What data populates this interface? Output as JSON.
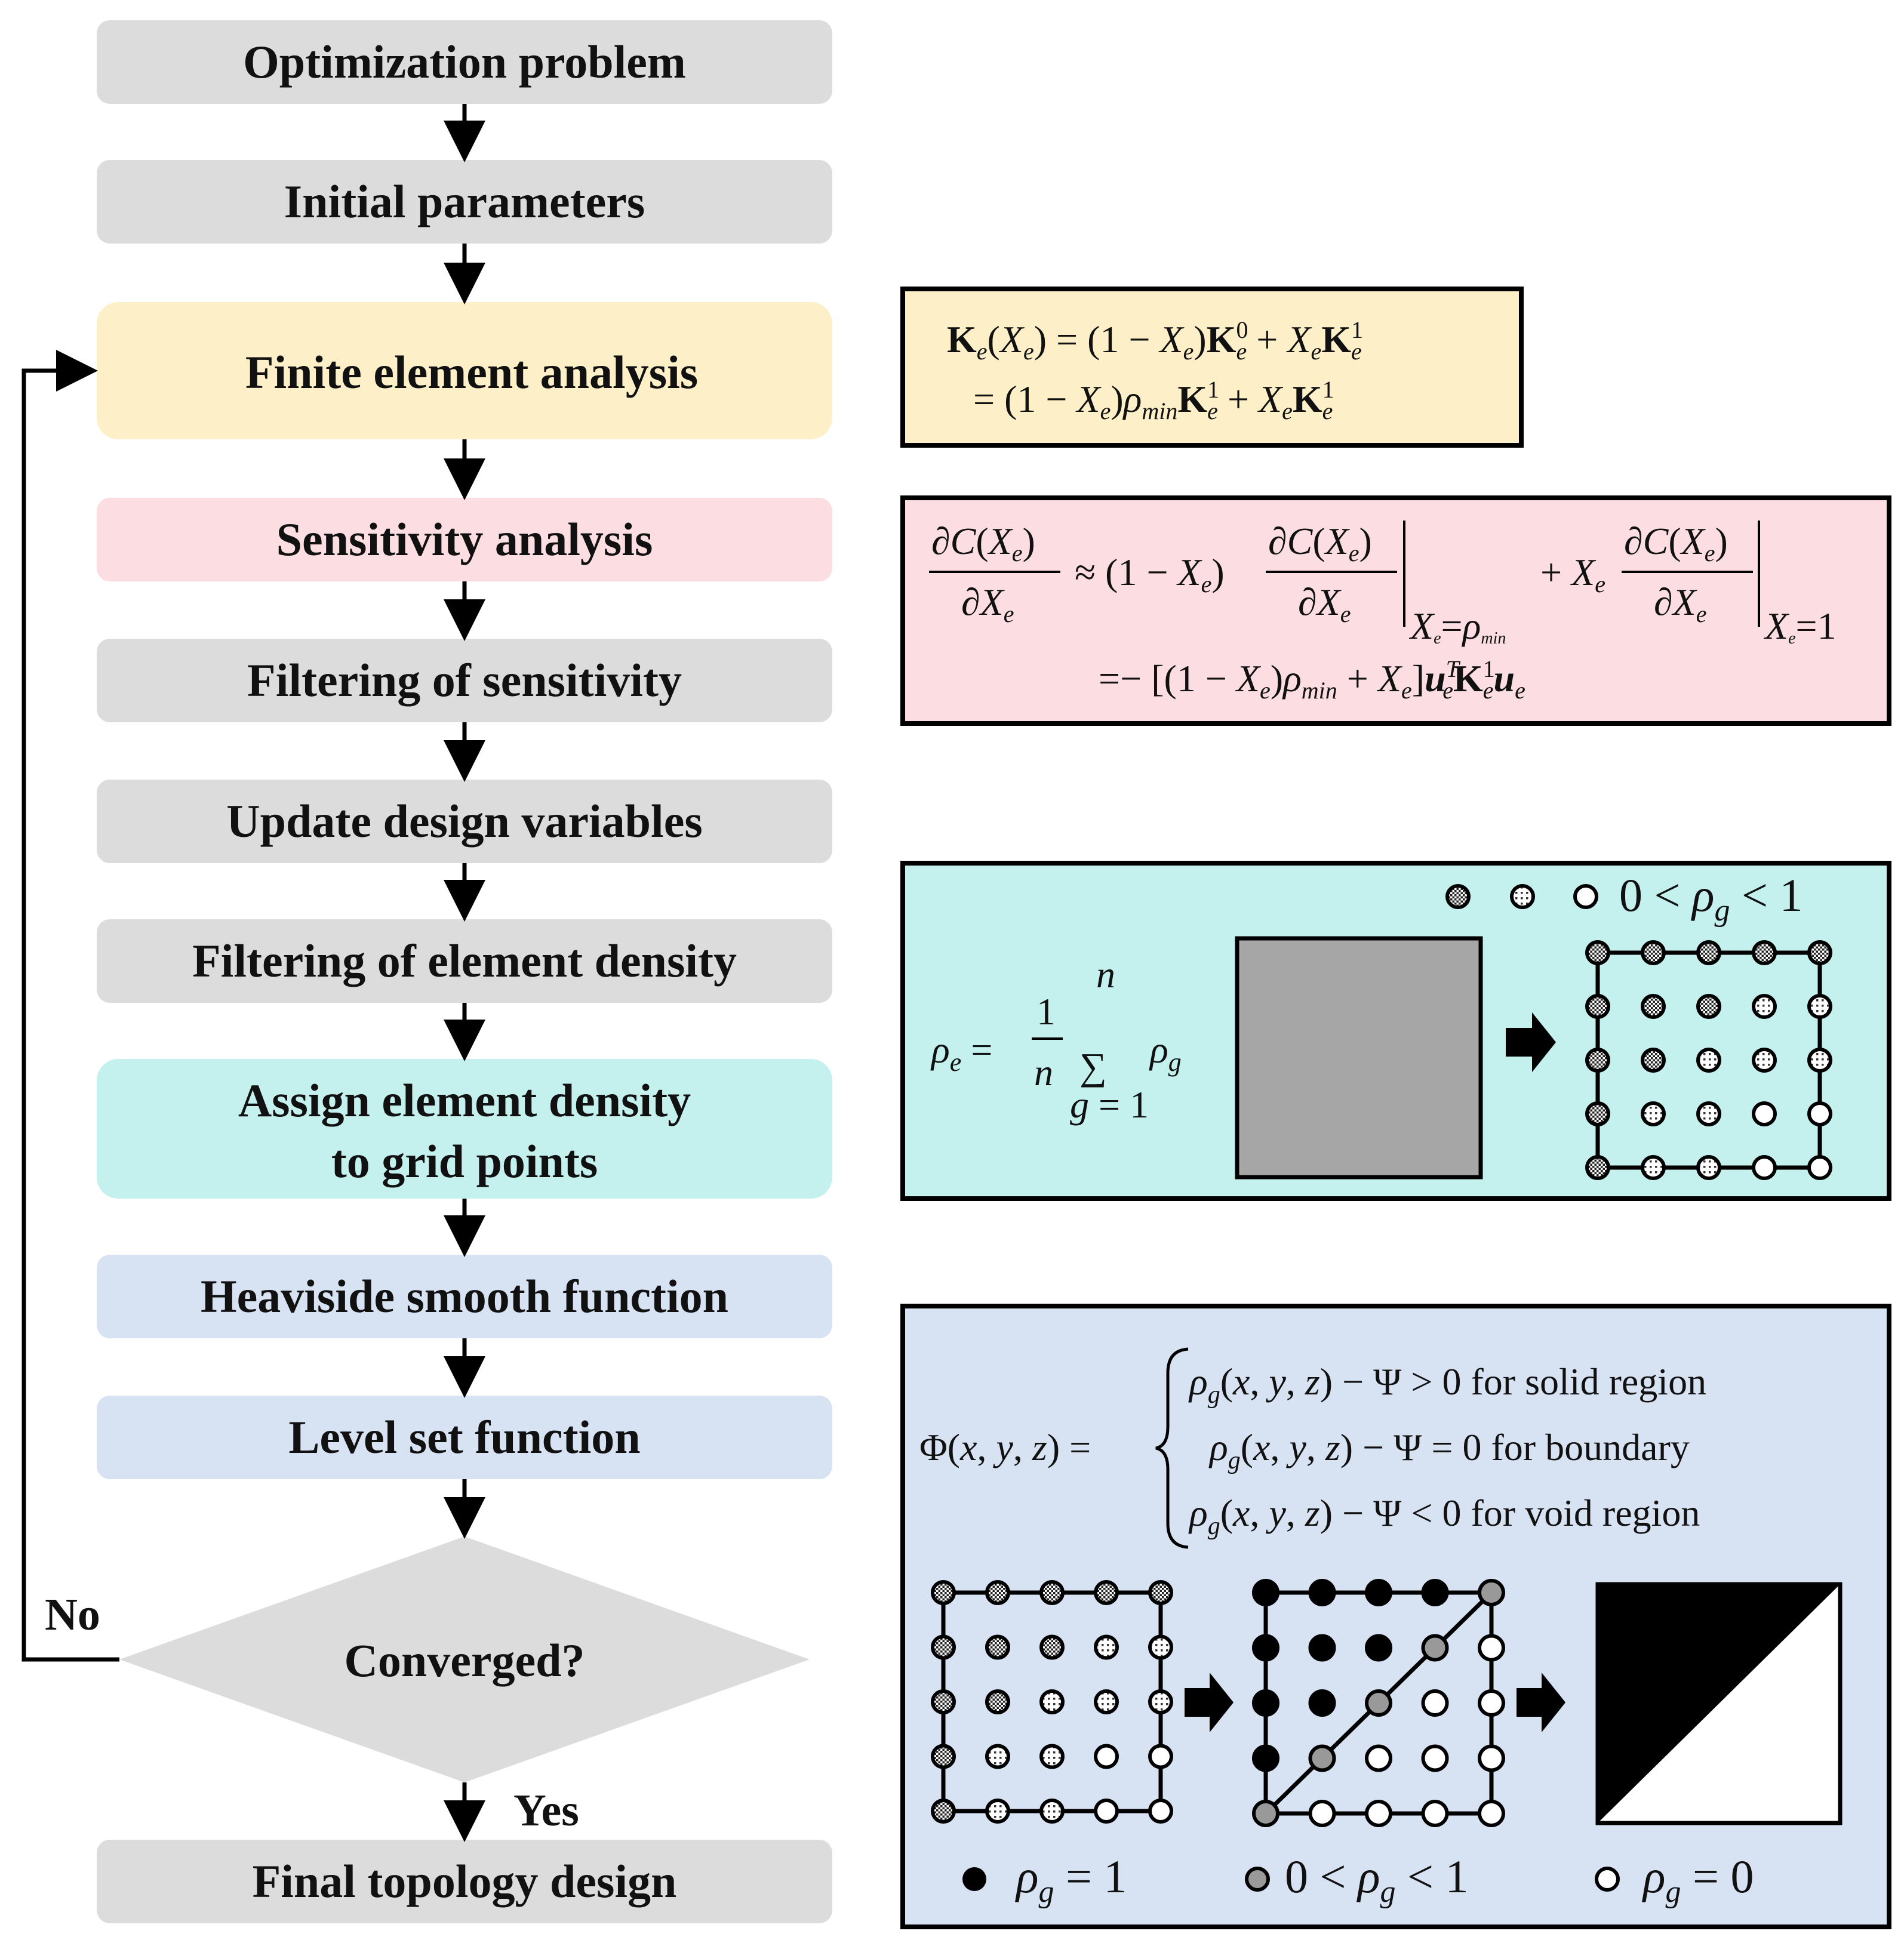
{
  "colors": {
    "gray_box": "#dcdcdc",
    "yellow_box": "#fdf0c8",
    "pink_box": "#fbdde2",
    "cyan_box": "#c4f0ee",
    "blue_box": "#d7e3f3",
    "line": "#000000"
  },
  "flow": {
    "step1": "Optimization problem",
    "step2": "Initial parameters",
    "step3": "Finite element analysis",
    "step4": "Sensitivity analysis",
    "step5": "Filtering of sensitivity",
    "step6": "Update design variables",
    "step7": "Filtering of element density",
    "step8_line1": "Assign element density",
    "step8_line2": "to grid points",
    "step9": "Heaviside smooth function",
    "step10": "Level set function",
    "decision": "Converged?",
    "no_label": "No",
    "yes_label": "Yes",
    "final": "Final topology design"
  },
  "equations": {
    "fea": {
      "line1": "K_e(X_e) = (1 − X_e)K_e^0 + X_eK_e^1",
      "line2": "= (1 − X_e)ρ_min K_e^1 + X_eK_e^1"
    },
    "sensitivity": {
      "line1": "∂C(X_e)/∂X_e ≈ (1 − X_e) ∂C(X_e)/∂X_e |X_e=ρ_min + X_e ∂C(X_e)/∂X_e |X_e=1",
      "line2": "=− [(1 − X_e)ρ_min + X_e]u_e^T K_e^1 u_e"
    },
    "density": {
      "legend": "0 < ρ_g < 1",
      "formula": "ρ_e = (1/n) Σ_{g=1}^{n} ρ_g"
    },
    "levelset": {
      "lhs": "Φ(x, y, z) =",
      "case1": "ρ_g(x, y, z) − Ψ > 0 for solid region",
      "case2": "ρ_g(x, y, z) − Ψ = 0 for boundary",
      "case3": "ρ_g(x, y, z) − Ψ < 0 for void region",
      "legend_solid": "ρ_g = 1",
      "legend_mid": "0 < ρ_g < 1",
      "legend_void": "ρ_g = 0"
    }
  }
}
